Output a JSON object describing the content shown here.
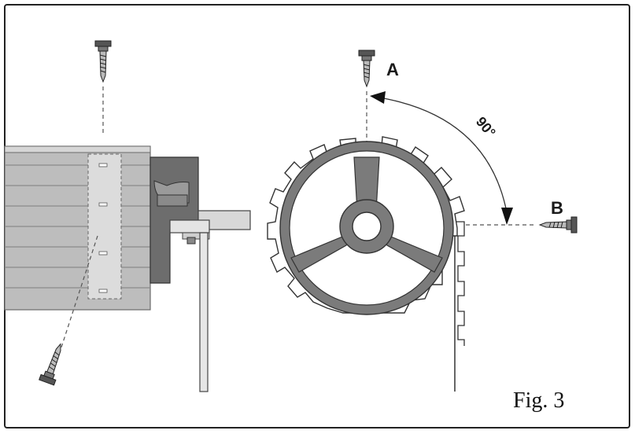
{
  "labels": {
    "point_a": "A",
    "point_b": "B",
    "angle": "90°",
    "figure_caption": "Fig. 3"
  },
  "colors": {
    "frame": "#222222",
    "slat_fill": "#bfbfbf",
    "slat_line": "#8a8a8a",
    "endcap_dark": "#6e6e6e",
    "endcap_mid": "#9a9a9a",
    "wheel_fill": "#7a7a7a",
    "wheel_outline": "#333333",
    "dashed": "#555555"
  }
}
